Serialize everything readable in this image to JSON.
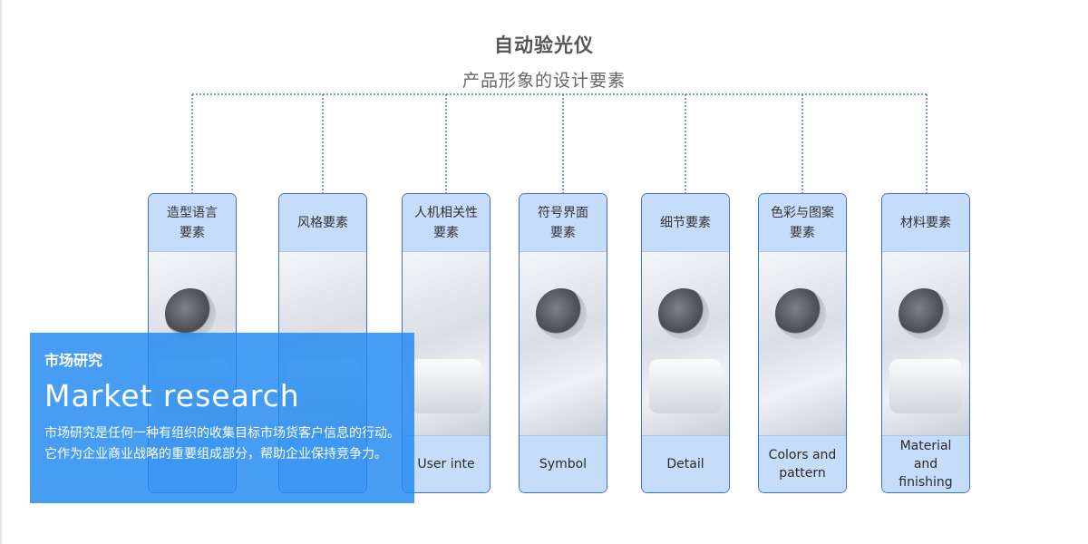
{
  "header": {
    "title": "自动验光仪",
    "subtitle": "产品形象的设计要素"
  },
  "colors": {
    "card_header_bg": "#c6dcfb",
    "card_border": "#3a6fd0",
    "connector": "#3a5fbd",
    "overlay_bg": "#1e88f0"
  },
  "cards": [
    {
      "title": "造型语言\n要素",
      "label": ""
    },
    {
      "title": "风格要素",
      "label": ""
    },
    {
      "title": "人机相关性\n要素",
      "label": "User inte"
    },
    {
      "title": "符号界面\n要素",
      "label": "Symbol"
    },
    {
      "title": "细节要素",
      "label": "Detail"
    },
    {
      "title": "色彩与图案\n要素",
      "label": "Colors and\npattern"
    },
    {
      "title": "材料要素",
      "label": "Material\nand\nfinishing"
    }
  ],
  "overlay": {
    "heading": "市场研究",
    "english": "Market research",
    "description": "市场研究是任何一种有组织的收集目标市场货客户信息的行动。它作为企业商业战略的重要组成部分，帮助企业保持竞争力。"
  }
}
